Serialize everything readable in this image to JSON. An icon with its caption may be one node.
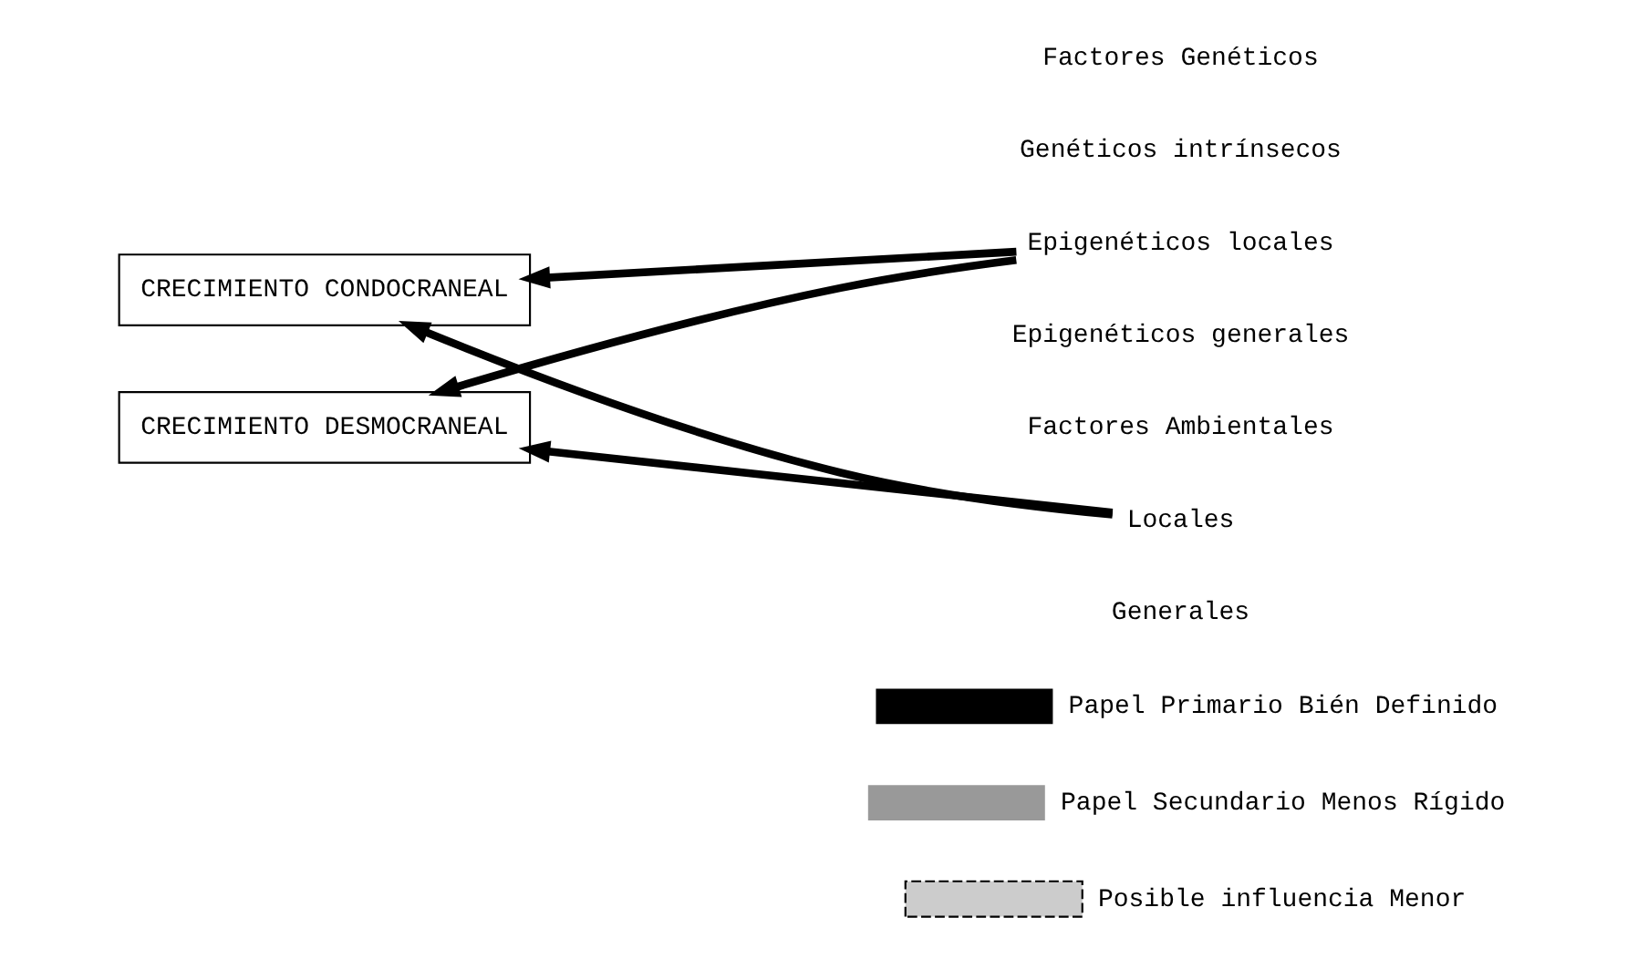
{
  "diagram": {
    "nodes": [
      {
        "text": [
          "CRECIMIENTO CONDOCRANEAL"
        ]
      },
      {
        "text": [
          "CRECIMIENTO DESMOCRANEAL"
        ]
      },
      {
        "text": [
          "Factores Genéticos"
        ]
      },
      {
        "text": [
          "Genéticos intrínsecos"
        ]
      },
      {
        "text": [
          "Epigenéticos locales"
        ]
      },
      {
        "text": [
          "Epigenéticos generales"
        ]
      },
      {
        "text": [
          "Factores Ambientales"
        ]
      },
      {
        "text": [
          "Locales"
        ]
      },
      {
        "text": [
          "Generales"
        ]
      }
    ],
    "edges": [
      {
        "from": 4,
        "to": 0,
        "arrow": "to"
      },
      {
        "from": 4,
        "to": 1,
        "arrow": "to"
      },
      {
        "from": 7,
        "to": 0,
        "arrow": "to"
      },
      {
        "from": 7,
        "to": 1,
        "arrow": "to"
      }
    ],
    "legend": [
      {
        "text": "Papel Primario Bién Definido"
      },
      {
        "text": "Papel Secundario Menos Rígido"
      },
      {
        "text": "Posible influencia Menor"
      }
    ]
  }
}
